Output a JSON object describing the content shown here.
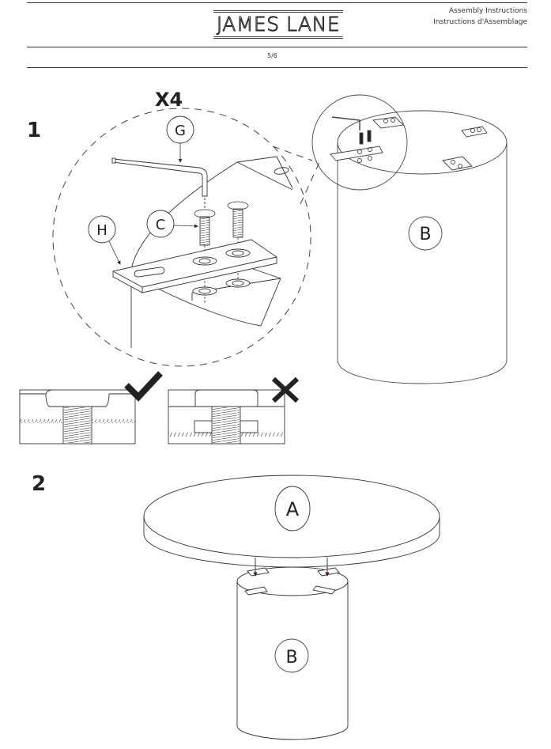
{
  "header": {
    "brand": "JAMES LANE",
    "subtitle_en": "Assembly Instructions",
    "subtitle_fr": "Instructions d'Assemblage",
    "page": "5/6"
  },
  "steps": [
    {
      "number": "1",
      "quantity": "X4",
      "parts": {
        "allen_key": "G",
        "screw": "C",
        "bracket": "H",
        "base": "B"
      },
      "correct_icon": "check-icon",
      "incorrect_icon": "cross-icon"
    },
    {
      "number": "2",
      "parts": {
        "top": "A",
        "base": "B"
      }
    }
  ],
  "colors": {
    "ink": "#222222",
    "line": "#555555",
    "paper": "#ffffff"
  }
}
